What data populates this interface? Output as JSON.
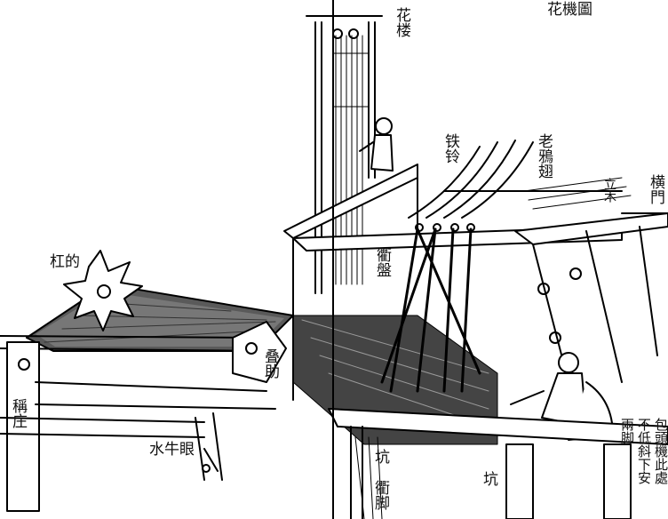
{
  "title": "花機圖",
  "labels": {
    "flower_tower": "花楼",
    "flat_top": "铁铃",
    "old_crow_wing": "老鴉翅",
    "vertical_wood": "立木",
    "cross_gate": "横門",
    "double_drum": "衢盤",
    "rolling_press": "叠助",
    "wooden_ox": "杠的",
    "support_seat": "稱庄",
    "water_ox": "水牛眼",
    "pit_left": "坑",
    "pit_right": "坑",
    "treadle_feet": "衢脚",
    "note_col1": "包頭機此處",
    "note_col2": "不低斜下安",
    "note_col3": "兩脚"
  }
}
